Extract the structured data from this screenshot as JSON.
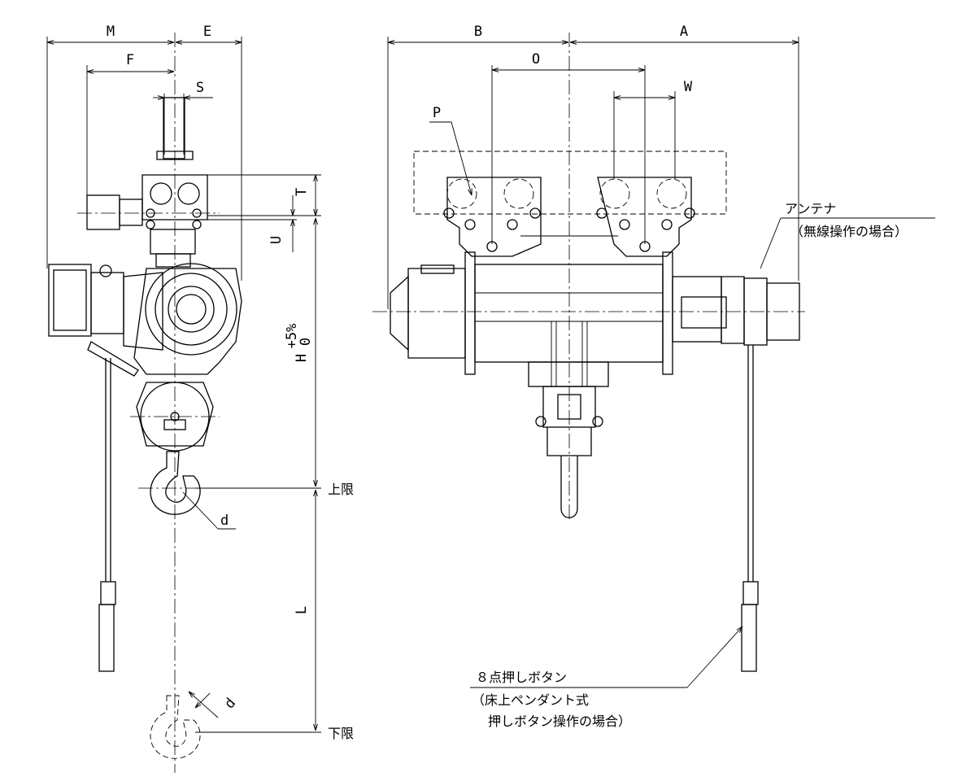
{
  "drawing": {
    "dimension_labels": {
      "M": "M",
      "E": "E",
      "F": "F",
      "S": "S",
      "T": "T",
      "U": "U",
      "H": "H",
      "H_tolerance_upper": "+5%",
      "H_tolerance_lower": "0",
      "L": "L",
      "d_upper": "d",
      "d_lower": "d",
      "B": "B",
      "A": "A",
      "O": "O",
      "W": "W",
      "P": "P"
    },
    "callouts": {
      "upper_limit": "上限",
      "lower_limit": "下限",
      "antenna": "アンテナ",
      "antenna_note": "（無線操作の場合）",
      "pendant_title": "８点押しボタン",
      "pendant_note_line1": "（床上ペンダント式",
      "pendant_note_line2": "押しボタン操作の場合）"
    }
  }
}
